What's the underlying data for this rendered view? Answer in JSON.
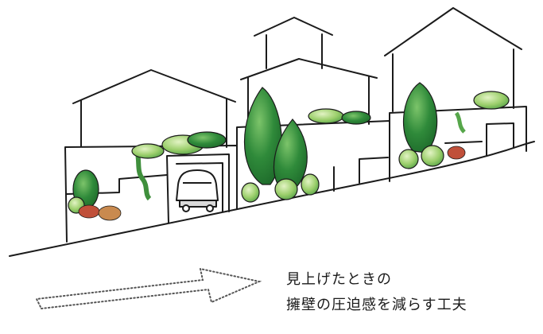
{
  "caption": {
    "line1": "見上げたときの",
    "line2": "擁壁の圧迫感を減らす工夫"
  },
  "colors": {
    "line": "#1b1b1b",
    "dark_green": "#2f8a3a",
    "mid_green": "#56a64a",
    "light_green": "#9ccf6c",
    "pale_green": "#cfe8a9",
    "red_accent": "#c0503a",
    "arrow_dots": "#555555"
  },
  "icons": {
    "arrow": "dotted-right-arrow",
    "car": "car-icon"
  }
}
